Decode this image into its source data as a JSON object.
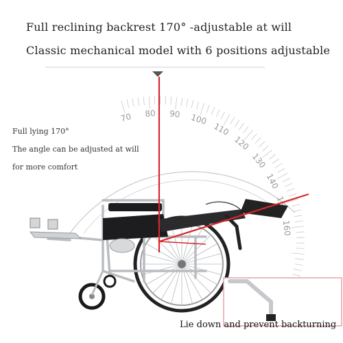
{
  "headline_1": "Full reclining backrest 170° -adjustable at will",
  "headline_2": "Classic mechanical model with 6 positions adjustable",
  "side_note": {
    "line_1": "Full lying 170°",
    "line_2": "The angle can be adjusted at will",
    "line_3": "for more comfort"
  },
  "protractor_ticks": [
    "70",
    "80",
    "90",
    "100",
    "110",
    "120",
    "130",
    "140",
    "150",
    "160"
  ],
  "inset_caption": "Lie down and prevent backturning",
  "colors": {
    "indicator_red": "#d9262b",
    "frame_silver": "#b9bcc0",
    "cushion_black": "#1d1d1f",
    "protractor_gray": "#c8c8c8"
  }
}
